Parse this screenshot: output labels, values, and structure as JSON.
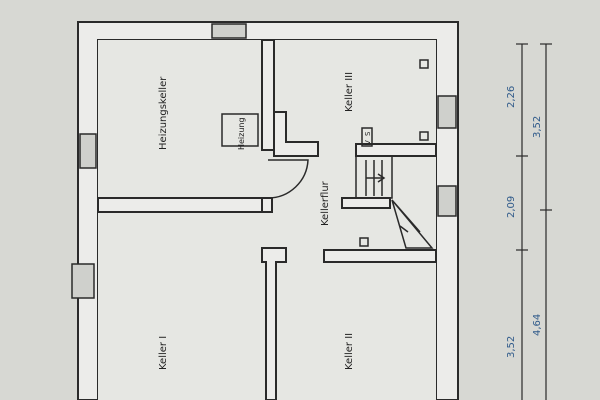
{
  "rooms": {
    "heizungskeller": "Heizungskeller",
    "heizung": "Heizung",
    "keller_iii": "Keller III",
    "kellerflur": "Kellerflur",
    "keller_i": "Keller I",
    "keller_ii": "Keller II"
  },
  "symbols": {
    "small_s": "S",
    "small_v": "V"
  },
  "dimensions": {
    "d1": "2,26",
    "d2": "3,52",
    "d3": "2,09",
    "d4": "3,52",
    "d5": "4,64"
  }
}
